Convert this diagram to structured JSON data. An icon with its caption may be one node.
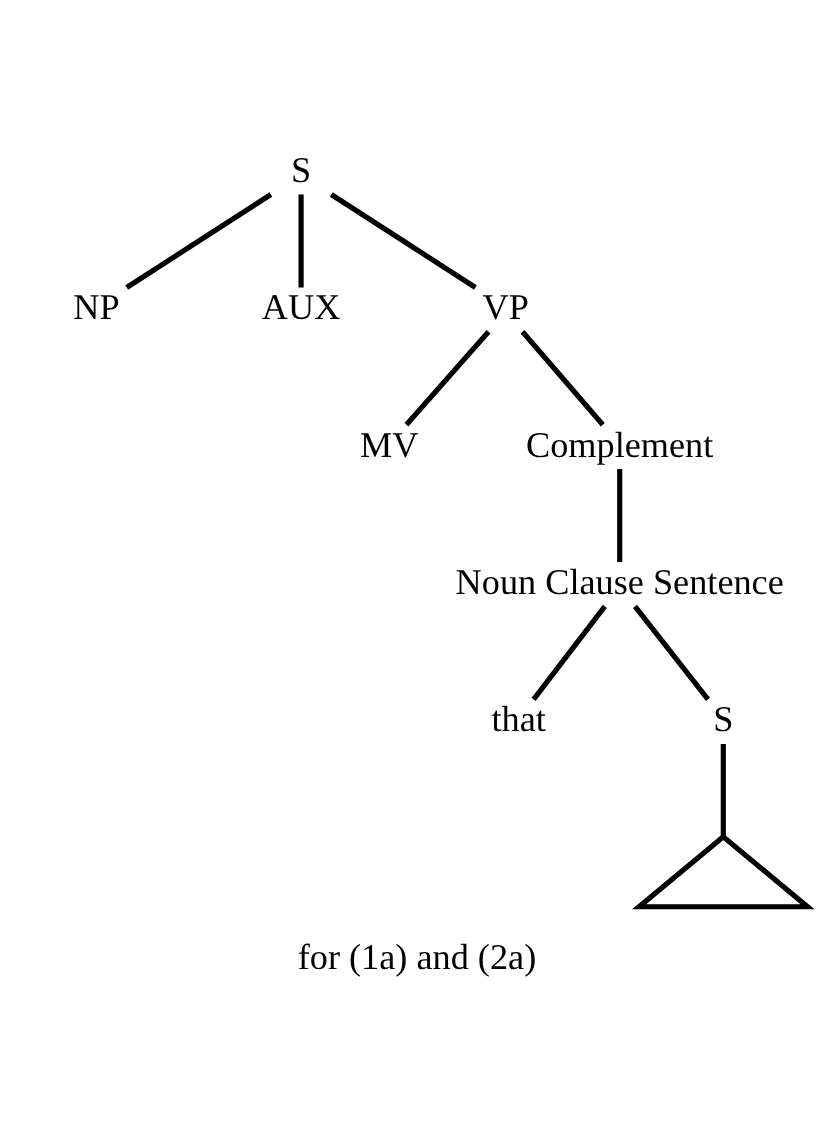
{
  "diagram": {
    "caption": "for (1a) and (2a)",
    "nodes": [
      {
        "text": [
          "S"
        ]
      },
      {
        "text": [
          "NP"
        ]
      },
      {
        "text": [
          "AUX"
        ]
      },
      {
        "text": [
          "VP"
        ]
      },
      {
        "text": [
          "MV"
        ]
      },
      {
        "text": [
          "Complement"
        ]
      },
      {
        "text": [
          "Noun Clause Sentence"
        ]
      },
      {
        "text": [
          "that"
        ]
      },
      {
        "text": [
          "S"
        ]
      },
      {
        "text": [],
        "shape": "triangle"
      }
    ],
    "edges": [
      {
        "from": 0,
        "to": 1,
        "arrow": "none"
      },
      {
        "from": 0,
        "to": 2,
        "arrow": "none"
      },
      {
        "from": 0,
        "to": 3,
        "arrow": "none"
      },
      {
        "from": 3,
        "to": 4,
        "arrow": "none"
      },
      {
        "from": 3,
        "to": 5,
        "arrow": "none"
      },
      {
        "from": 5,
        "to": 6,
        "arrow": "none"
      },
      {
        "from": 6,
        "to": 7,
        "arrow": "none"
      },
      {
        "from": 6,
        "to": 8,
        "arrow": "none"
      },
      {
        "from": 8,
        "to": 9,
        "arrow": "none"
      }
    ]
  }
}
